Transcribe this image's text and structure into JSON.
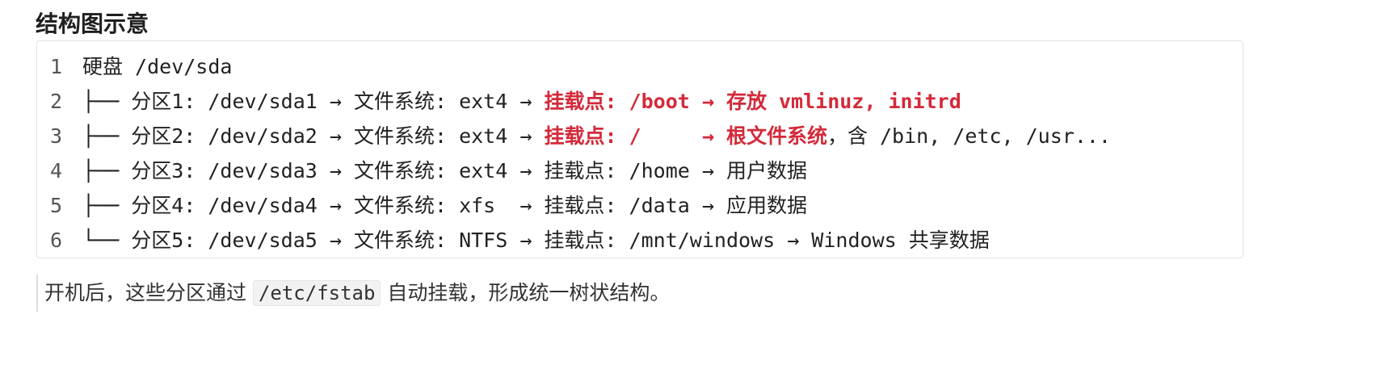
{
  "heading": "结构图示意",
  "code_lines": [
    {
      "number": "1",
      "segments": [
        {
          "text": "硬盘 /dev/sda",
          "red": false
        }
      ]
    },
    {
      "number": "2",
      "segments": [
        {
          "text": "├── 分区1: /dev/sda1 → 文件系统: ext4 → ",
          "red": false
        },
        {
          "text": "挂载点: /boot → 存放 vmlinuz, initrd",
          "red": true
        }
      ]
    },
    {
      "number": "3",
      "segments": [
        {
          "text": "├── 分区2: /dev/sda2 → 文件系统: ext4 → ",
          "red": false
        },
        {
          "text": "挂载点: /     → 根文件系统",
          "red": true
        },
        {
          "text": "，含 /bin, /etc, /usr...",
          "red": false
        }
      ]
    },
    {
      "number": "4",
      "segments": [
        {
          "text": "├── 分区3: /dev/sda3 → 文件系统: ext4 → 挂载点: /home → 用户数据",
          "red": false
        }
      ]
    },
    {
      "number": "5",
      "segments": [
        {
          "text": "├── 分区4: /dev/sda4 → 文件系统: xfs  → 挂载点: /data → 应用数据",
          "red": false
        }
      ]
    },
    {
      "number": "6",
      "segments": [
        {
          "text": "└── 分区5: /dev/sda5 → 文件系统: NTFS → 挂载点: /mnt/windows → Windows 共享数据",
          "red": false
        }
      ]
    }
  ],
  "note": {
    "before": "开机后，这些分区通过 ",
    "code": "/etc/fstab",
    "after": " 自动挂载，形成统一树状结构。"
  },
  "colors": {
    "highlight": "#d32a3a"
  }
}
